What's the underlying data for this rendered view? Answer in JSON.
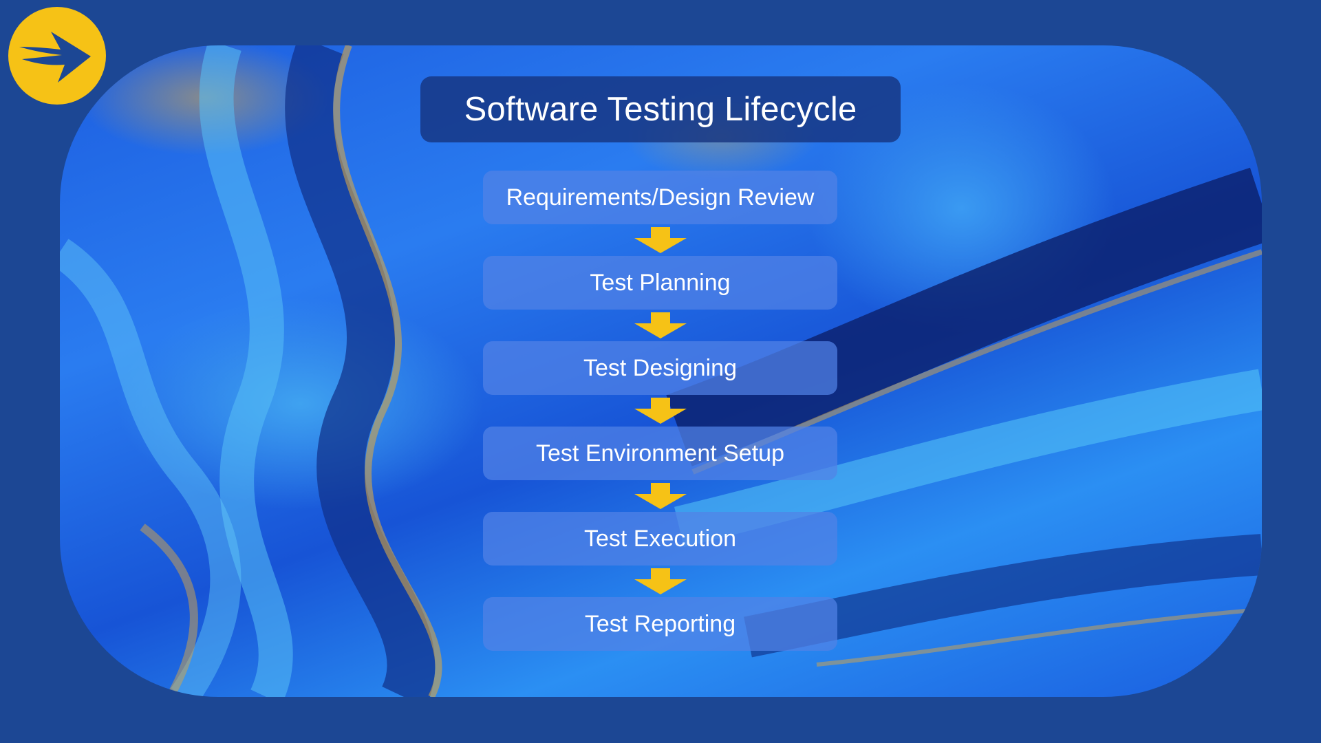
{
  "slide": {
    "title": "Software Testing Lifecycle"
  },
  "steps": [
    {
      "label": "Requirements/Design Review"
    },
    {
      "label": "Test Planning"
    },
    {
      "label": "Test Designing"
    },
    {
      "label": "Test Environment Setup"
    },
    {
      "label": "Test Execution"
    },
    {
      "label": "Test Reporting"
    }
  ],
  "logo": {
    "icon": "arrow-logo-icon",
    "color": "#f6c216"
  },
  "colors": {
    "background": "#1c4794",
    "arrow": "#f6c216",
    "step_fill": "#5282e6",
    "title_fill": "#163480"
  }
}
